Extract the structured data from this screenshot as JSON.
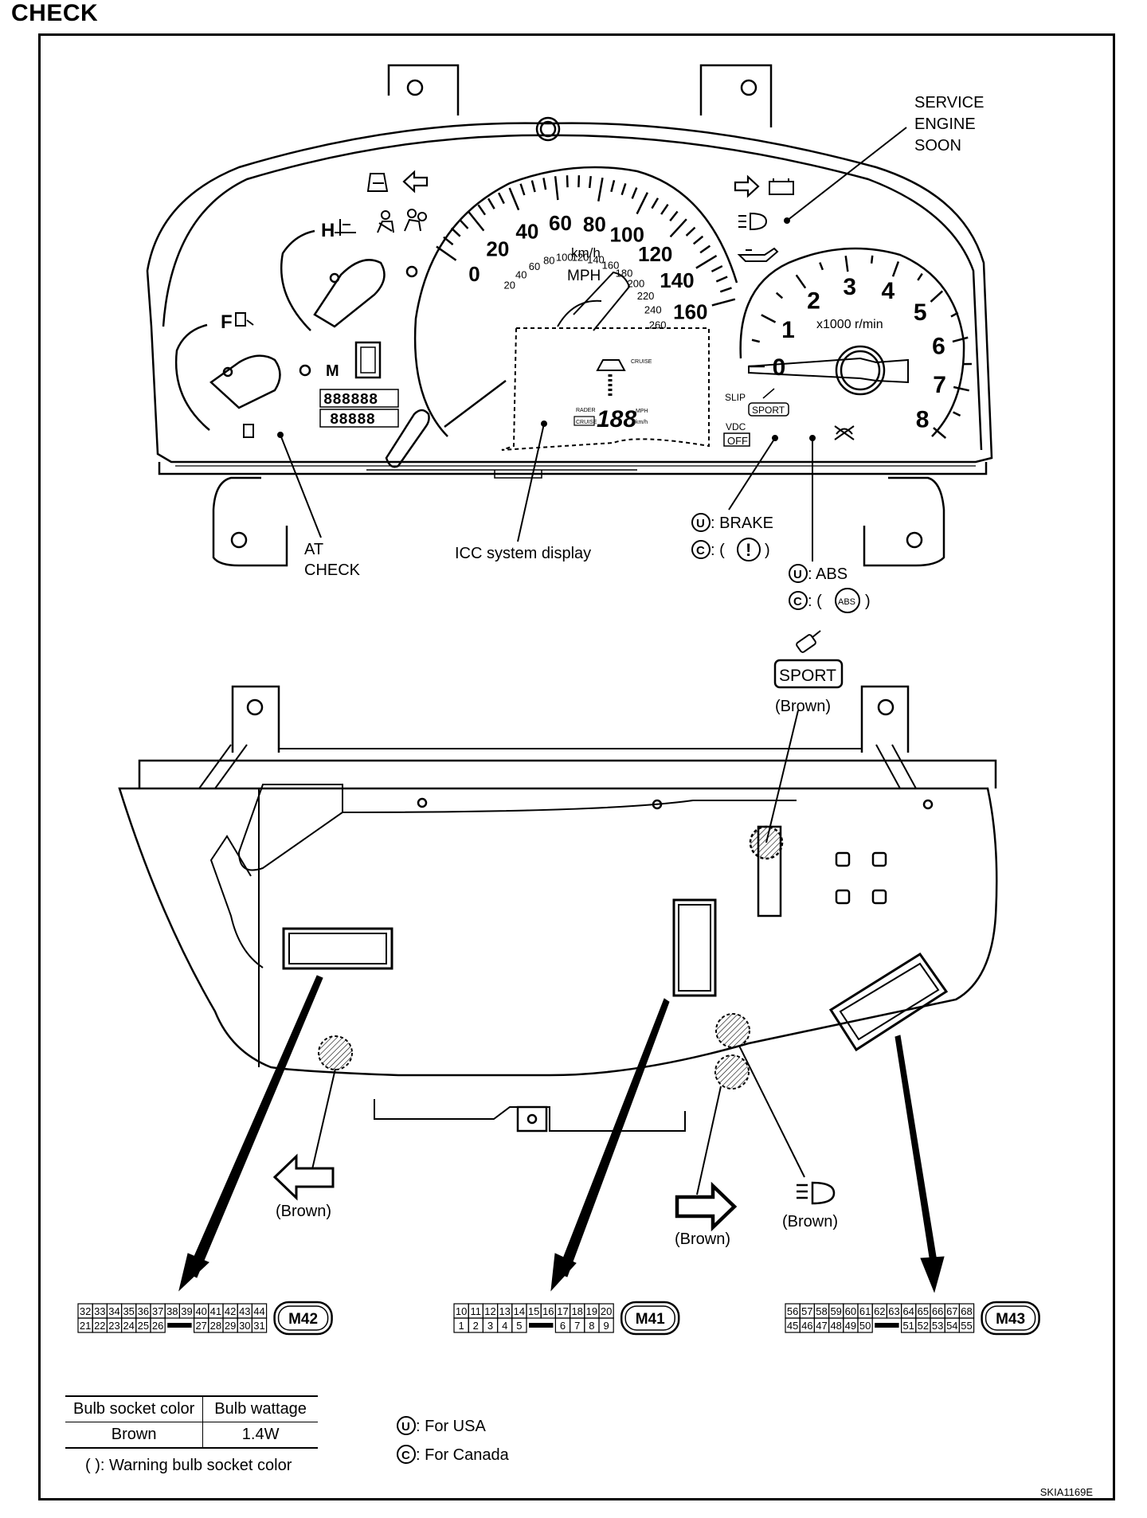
{
  "page_title": "CHECK",
  "figure_code": "SKIA1169E",
  "callouts": {
    "service_engine_soon": [
      "SERVICE",
      "ENGINE",
      "SOON"
    ],
    "at_check": [
      "AT",
      "CHECK"
    ],
    "icc_display": "ICC system display",
    "brake_usa": ": BRAKE",
    "brake_canada": ": (",
    "brake_canada_close": ")",
    "abs_usa": ": ABS",
    "abs_canada": ": (",
    "abs_canada_close": ")",
    "abs_symbol": "ABS",
    "u_mark": "U",
    "c_mark": "C"
  },
  "gauges": {
    "speedo_mph": [
      "0",
      "20",
      "40",
      "60",
      "80",
      "100",
      "120",
      "140",
      "160"
    ],
    "speedo_kmh": [
      "20",
      "40",
      "60",
      "80",
      "100",
      "120",
      "140",
      "160",
      "180",
      "200",
      "220",
      "240",
      "260"
    ],
    "speedo_unit1": "km/h",
    "speedo_unit2": "MPH",
    "tacho": [
      "0",
      "1",
      "2",
      "3",
      "4",
      "5",
      "6",
      "7",
      "8"
    ],
    "tacho_unit": "x1000 r/min",
    "fuel_full": "F",
    "temp_hot": "H",
    "gear_indicator": "M",
    "slip": "SLIP",
    "sport_badge": "SPORT",
    "vdc": "VDC",
    "vdc_off": "OFF",
    "icc_cruise": "CRUISE",
    "icc_radar": "RADER",
    "icc_cruise_box": "CRUISE",
    "icc_digits": "188",
    "icc_mph": "MPH",
    "icc_kmh": "km/h"
  },
  "rear_labels": {
    "sport": "SPORT",
    "sport_color": "(Brown)",
    "turn_left_color": "(Brown)",
    "turn_right_color": "(Brown)",
    "headlamp_color": "(Brown)"
  },
  "connectors": [
    {
      "id": "M42",
      "top_row": [
        "32",
        "33",
        "34",
        "35",
        "36",
        "37",
        "38",
        "39",
        "40",
        "41",
        "42",
        "43",
        "44"
      ],
      "bottom_row": [
        "21",
        "22",
        "23",
        "24",
        "25",
        "26",
        "",
        "27",
        "28",
        "29",
        "30",
        "31"
      ]
    },
    {
      "id": "M41",
      "top_row": [
        "10",
        "11",
        "12",
        "13",
        "14",
        "15",
        "16",
        "17",
        "18",
        "19",
        "20"
      ],
      "bottom_row": [
        "1",
        "2",
        "3",
        "4",
        "5",
        "",
        "6",
        "7",
        "8",
        "9"
      ]
    },
    {
      "id": "M43",
      "top_row": [
        "56",
        "57",
        "58",
        "59",
        "60",
        "61",
        "62",
        "63",
        "64",
        "65",
        "66",
        "67",
        "68"
      ],
      "bottom_row": [
        "45",
        "46",
        "47",
        "48",
        "49",
        "50",
        "",
        "51",
        "52",
        "53",
        "54",
        "55"
      ]
    }
  ],
  "spec_table": {
    "headers": [
      "Bulb socket color",
      "Bulb wattage"
    ],
    "rows": [
      [
        "Brown",
        "1.4W"
      ]
    ]
  },
  "notes": {
    "warning_socket": "(   ): Warning bulb socket color",
    "usa": ": For USA",
    "canada": ": For Canada"
  }
}
